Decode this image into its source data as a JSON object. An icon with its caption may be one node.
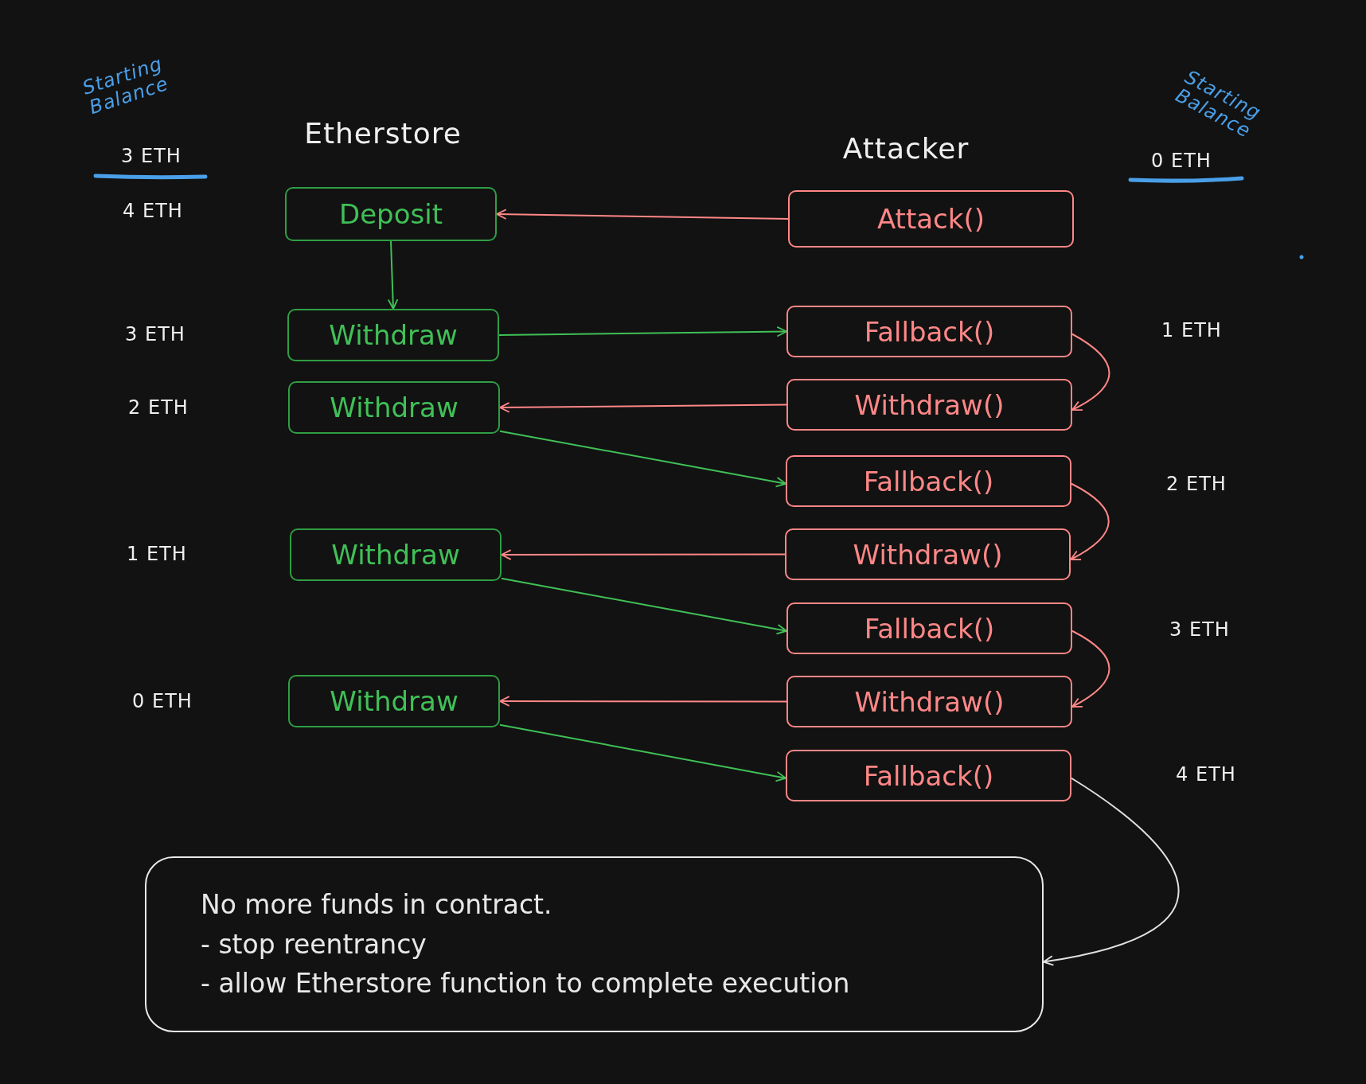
{
  "diagram": {
    "nodes": [
      {
        "text": [
          "Deposit"
        ]
      },
      {
        "text": [
          "Withdraw"
        ]
      },
      {
        "text": [
          "Withdraw"
        ]
      },
      {
        "text": [
          "Withdraw"
        ]
      },
      {
        "text": [
          "Withdraw"
        ]
      },
      {
        "text": [
          "Attack()"
        ]
      },
      {
        "text": [
          "Fallback()"
        ]
      },
      {
        "text": [
          "Withdraw()"
        ]
      },
      {
        "text": [
          "Fallback()"
        ]
      },
      {
        "text": [
          "Withdraw()"
        ]
      },
      {
        "text": [
          "Fallback()"
        ]
      },
      {
        "text": [
          "Withdraw()"
        ]
      },
      {
        "text": [
          "Fallback()"
        ]
      },
      {
        "text": [
          "No more funds in contract.",
          "- stop reentrancy",
          "- allow Etherstore function to complete execution"
        ]
      }
    ],
    "edges": [
      {
        "from": 5,
        "to": 0,
        "arrow": "to",
        "color": "#ff8787"
      },
      {
        "from": 0,
        "to": 1,
        "arrow": "to",
        "color": "#40c057"
      },
      {
        "from": 1,
        "to": 6,
        "arrow": "to",
        "color": "#40c057"
      },
      {
        "from": 6,
        "to": 7,
        "arrow": "to",
        "color": "#ff8787"
      },
      {
        "from": 7,
        "to": 2,
        "arrow": "to",
        "color": "#ff8787"
      },
      {
        "from": 2,
        "to": 8,
        "arrow": "to",
        "color": "#40c057"
      },
      {
        "from": 8,
        "to": 9,
        "arrow": "to",
        "color": "#ff8787"
      },
      {
        "from": 9,
        "to": 3,
        "arrow": "to",
        "color": "#ff8787"
      },
      {
        "from": 3,
        "to": 10,
        "arrow": "to",
        "color": "#40c057"
      },
      {
        "from": 10,
        "to": 11,
        "arrow": "to",
        "color": "#ff8787"
      },
      {
        "from": 11,
        "to": 4,
        "arrow": "to",
        "color": "#ff8787"
      },
      {
        "from": 4,
        "to": 12,
        "arrow": "to",
        "color": "#40c057"
      },
      {
        "from": 12,
        "to": 13,
        "arrow": "to",
        "color": "#e0e0e0"
      }
    ],
    "labels": [
      "Starting Balance",
      "3 ETH",
      "Etherstore",
      "Attacker",
      "Starting Balance",
      "0 ETH",
      "4 ETH",
      "3 ETH",
      "1 ETH",
      "2 ETH",
      "2 ETH",
      "1 ETH",
      "3 ETH",
      "0 ETH",
      "4 ETH"
    ]
  }
}
